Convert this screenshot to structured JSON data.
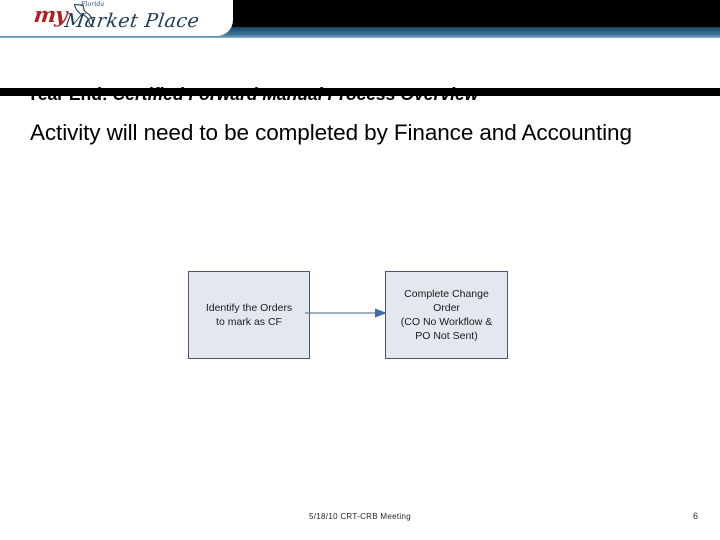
{
  "slide": {
    "page_number": "6",
    "footer_note": "5/18/10 CRT-CRB Meeting",
    "title_lead": "Year End:",
    "title_rest": "Certified Forward Manual Process Overview",
    "body_heading": "Activity will need to be completed by Finance and Accounting"
  },
  "logo": {
    "word_my": "my",
    "word_florida": "Florida",
    "word_market_place": "Market Place",
    "color_my": "#b11f24",
    "color_market_place": "#1b3a5c"
  },
  "colors": {
    "header_black": "#000000",
    "header_blue": "#2d6889",
    "box_fill": "#e3e8f0",
    "box_border": "#4a5568",
    "arrow": "#4a6d99",
    "rule_black": "#000000"
  },
  "flowchart": {
    "nodes": [
      {
        "id": "identify-orders",
        "lines": [
          "Identify the Orders",
          "to mark as CF"
        ]
      },
      {
        "id": "complete-change-order",
        "lines": [
          "Complete Change",
          "Order",
          "(CO No Workflow &",
          "PO Not Sent)"
        ]
      }
    ],
    "connector_label": ""
  }
}
